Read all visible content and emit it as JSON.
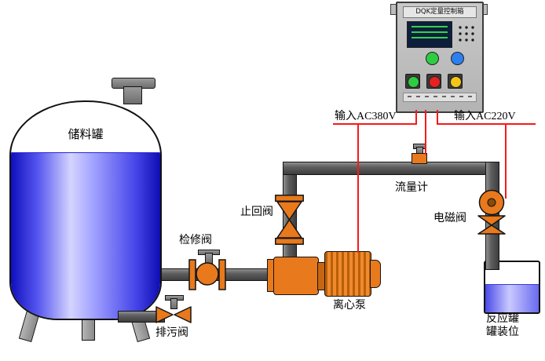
{
  "diagram": {
    "control_box": {
      "title": "DQK定量控制箱"
    },
    "labels": {
      "storage_tank": "储料罐",
      "maintenance_valve": "检修阀",
      "drain_valve": "排污阀",
      "check_valve": "止回阀",
      "centrifugal_pump": "离心泵",
      "flow_meter": "流量计",
      "solenoid_valve": "电磁阀",
      "input_ac380v": "输入AC380V",
      "input_ac220v": "输入AC220V",
      "reaction_tank": "反应罐",
      "filling_station": "罐装位"
    },
    "colors": {
      "equipment_orange": "#e8791c",
      "pipe_gray": "#5e5e5e",
      "liquid_blue": "#1a1ad0",
      "wire_red": "#f51a1a",
      "indicator_green": "#2ecc40",
      "indicator_blue": "#2d7ff0",
      "indicator_red": "#e82020",
      "indicator_yellow": "#f5c518"
    }
  }
}
